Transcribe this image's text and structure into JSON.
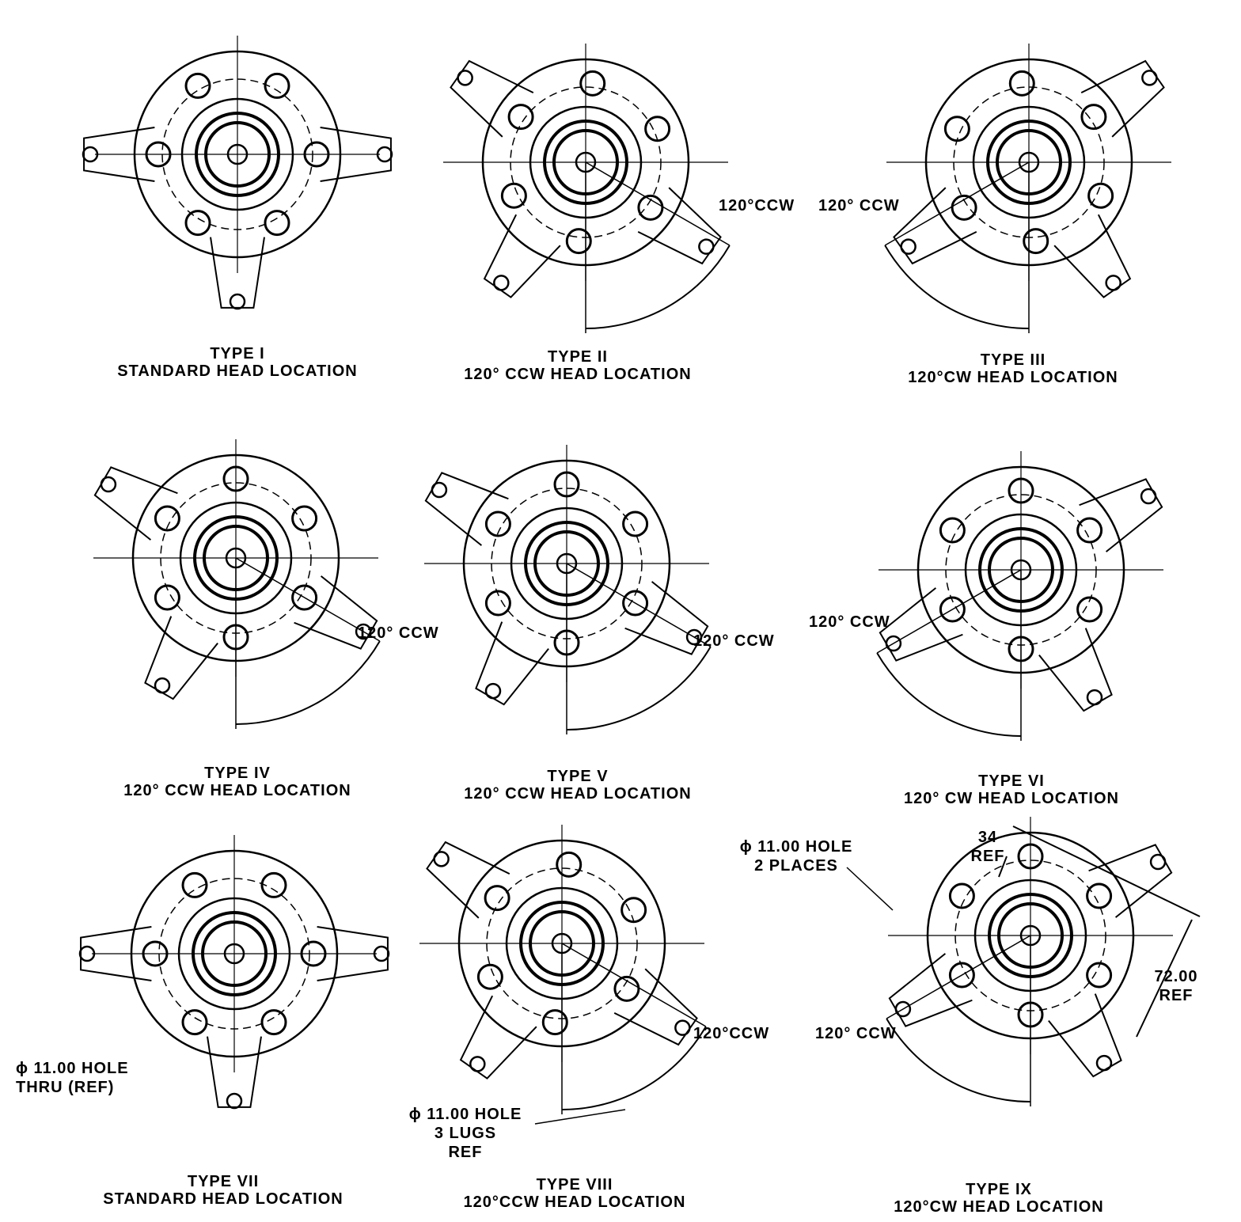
{
  "types": [
    {
      "id": "I",
      "name": "TYPE I",
      "location": "STANDARD HEAD LOCATION",
      "angle": ""
    },
    {
      "id": "II",
      "name": "TYPE II",
      "location": "120° CCW HEAD LOCATION",
      "angle": "120°CCW"
    },
    {
      "id": "III",
      "name": "TYPE III",
      "location": "120°CW HEAD LOCATION",
      "angle": "120° CCW"
    },
    {
      "id": "IV",
      "name": "TYPE IV",
      "location": "120° CCW HEAD LOCATION",
      "angle": "120° CCW"
    },
    {
      "id": "V",
      "name": "TYPE V",
      "location": "120° CCW HEAD LOCATION",
      "angle": "120° CCW"
    },
    {
      "id": "VI",
      "name": "TYPE VI",
      "location": "120° CW HEAD LOCATION",
      "angle": "120° CCW"
    },
    {
      "id": "VII",
      "name": "TYPE VII",
      "location": "STANDARD HEAD LOCATION",
      "angle": ""
    },
    {
      "id": "VIII",
      "name": "TYPE VIII",
      "location": "120°CCW HEAD LOCATION",
      "angle": "120°CCW"
    },
    {
      "id": "IX",
      "name": "TYPE IX",
      "location": "120°CW HEAD LOCATION",
      "angle": "120° CCW"
    }
  ],
  "notes": {
    "hole_2places": {
      "line1": "ϕ 11.00 HOLE",
      "line2": "2 PLACES"
    },
    "hole_thru": {
      "line1": "ϕ 11.00 HOLE",
      "line2": "THRU (REF)"
    },
    "hole_3lugs": {
      "line1": "ϕ 11.00 HOLE",
      "line2": "3 LUGS",
      "line3": "REF"
    },
    "dim_34": {
      "line1": "34",
      "line2": "REF"
    },
    "dim_72": {
      "line1": "72.00",
      "line2": "REF"
    }
  }
}
